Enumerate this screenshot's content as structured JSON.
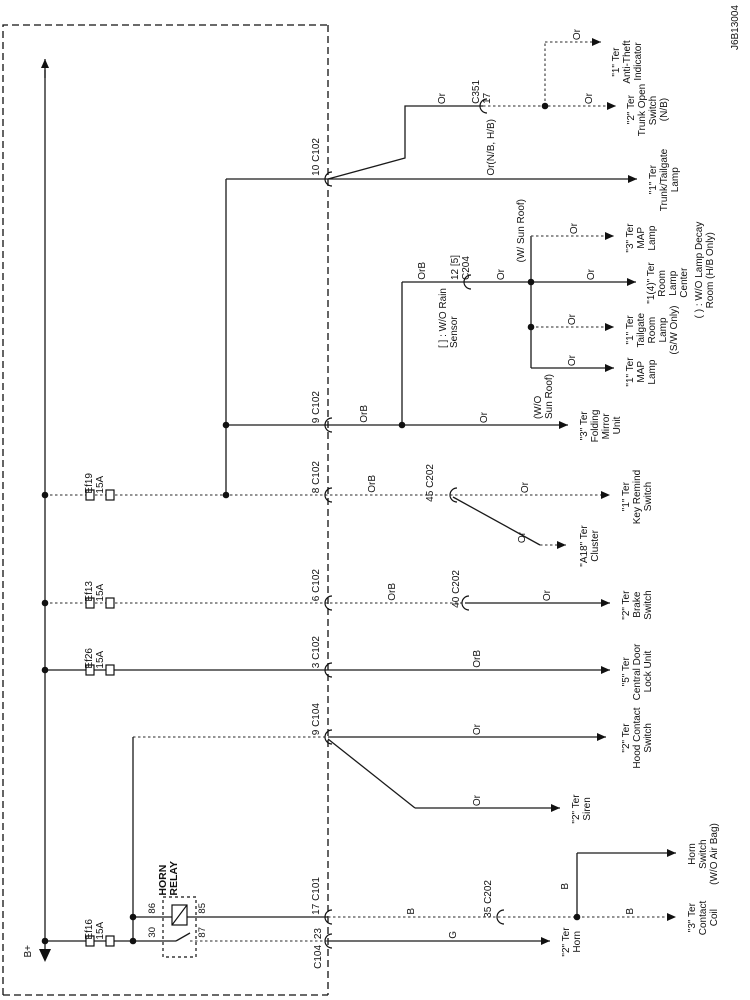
{
  "doc_code": "J6B13004",
  "power_label": "B+",
  "relay": {
    "title": "HORN\nRELAY",
    "pin86": "86",
    "pin85": "85",
    "pin30": "30",
    "pin87": "87"
  },
  "fuses": {
    "ef19": "Ef19\n15A",
    "ef13": "Ef13\n15A",
    "ef26": "Ef26\n15A",
    "ef16": "Ef16\n15A"
  },
  "connectors": {
    "c102_10": "10 C102",
    "c102_9": "9 C102",
    "c102_8": "8 C102",
    "c102_6": "6 C102",
    "c102_3": "3 C102",
    "c104_9": "9 C104",
    "c101_17": "17 C101",
    "c104_23_pin": "23",
    "c104_23_name": "C104",
    "c351": "C351\n17",
    "c204": "12 [5]\nC204",
    "c202_45": "45 C202",
    "c202_40": "40 C202",
    "c202_35": "35 C202"
  },
  "wire_labels": {
    "or_anti_theft": "Or",
    "or_trunk_open": "Or",
    "or_c351": "Or",
    "or_nb_hb": "Or(N/B, H/B)",
    "orb_room": "OrB",
    "or_room": "Or",
    "or_map3": "Or",
    "or_room_center": "Or",
    "or_tailgate": "Or",
    "or_map1": "Or",
    "orb_mirror": "OrB",
    "or_mirror": "Or",
    "orb_key": "OrB",
    "or_key": "Or",
    "or_cluster": "Or",
    "orb_brake": "OrB",
    "or_brake": "Or",
    "orb_door": "OrB",
    "or_hood": "Or",
    "or_siren": "Or",
    "b_feed": "B",
    "b_branch": "B",
    "b_contact": "B",
    "g_horn": "G"
  },
  "notes": {
    "w_sunroof": "(W/ Sun Roof)",
    "wo_sunroof": "(W/O\nSun Roof)",
    "rain_sensor": "[ ] : W/O Rain\nSensor",
    "lamp_decay": "( ) : W/O Lamp Decay\nRoom (H/B Only)"
  },
  "endpoints": {
    "anti_theft": "\"1\" Ter\nAnti-Theft\nIndicator",
    "trunk_open": "\"2\" Ter\nTrunk Open\nSwitch\n(N/B)",
    "trunk_tailgate": "\"1\" Ter\nTrunk/Tailgate\nLamp",
    "map3": "\"3\" Ter\nMAP\nLamp",
    "room_center": "\"1(4)\" Ter\nRoom\nLamp\nCenter",
    "tailgate_room": "\"1\" Ter\nTailgate\nRoom\nLamp\n(S/W Only)",
    "map1": "\"1\" Ter\nMAP\nLamp",
    "folding_mirror": "\"3\" Ter\nFolding\nMirror\nUnit",
    "key_remind": "\"1\" Ter\nKey Remind\nSwitch",
    "cluster": "\"A18\" Ter\nCluster",
    "brake": "\"2\" Ter\nBrake\nSwitch",
    "door_lock": "\"5\" Ter\nCentral Door\nLock Unit",
    "hood": "\"2\" Ter\nHood Contact\nSwitch",
    "siren": "\"2\" Ter\nSiren",
    "horn_switch": "Horn\nSwitch\n(W/O Air Bag)",
    "contact_coil": "\"3\" Ter\nContact\nCoil",
    "horn": "\"2\" Ter\nHorn"
  }
}
